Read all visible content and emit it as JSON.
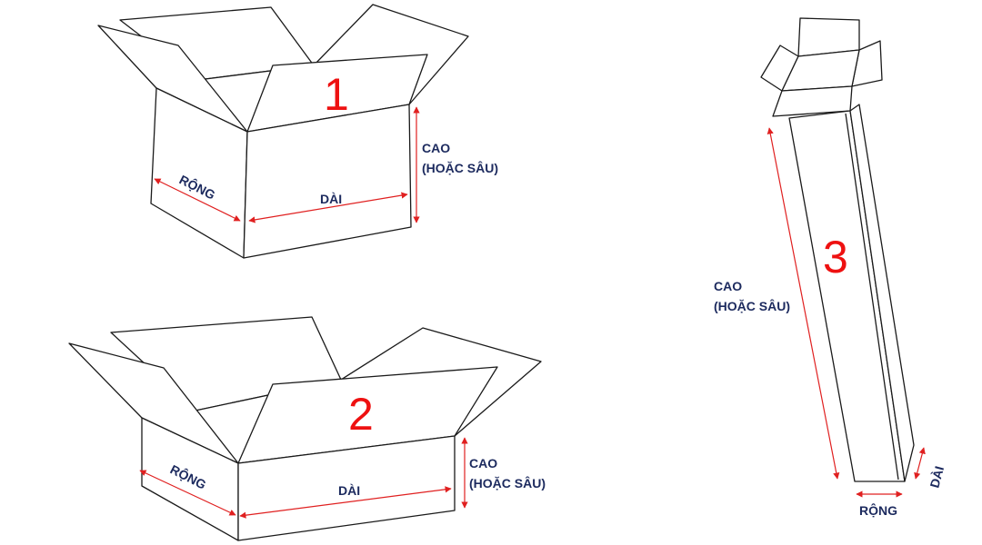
{
  "boxes": [
    {
      "number": "1",
      "width_label": "RỘNG",
      "length_label": "DÀI",
      "height_label_line1": "CAO",
      "height_label_line2": "(HOẶC SÂU)"
    },
    {
      "number": "2",
      "width_label": "RỘNG",
      "length_label": "DÀI",
      "height_label_line1": "CAO",
      "height_label_line2": "(HOẶC SÂU)"
    },
    {
      "number": "3",
      "width_label": "RỘNG",
      "length_label": "DÀI",
      "height_label_line1": "CAO",
      "height_label_line2": "(HOẶC SÂU)"
    }
  ],
  "colors": {
    "number": "#ee1111",
    "arrow": "#e02020",
    "label": "#1c2a5e",
    "outline": "#1a1a1a"
  }
}
